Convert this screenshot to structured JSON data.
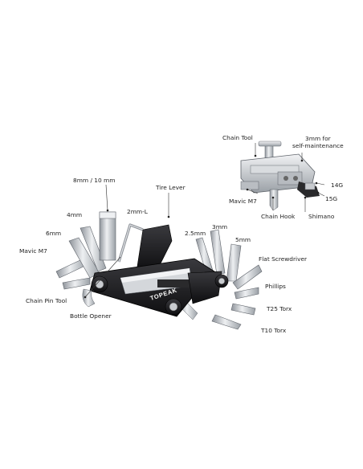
{
  "product": {
    "brand_mark": "TOPEAK"
  },
  "labels": {
    "chain_tool": "Chain Tool",
    "self_maintenance": "3mm for\nself-maintenance",
    "g14": "14G",
    "g15": "15G",
    "mavic_m7_top": "Mavic M7",
    "chain_hook": "Chain Hook",
    "shimano": "Shimano",
    "hex_8_10": "8mm / 10 mm",
    "tire_lever": "Tire Lever",
    "hex_4": "4mm",
    "hex_2l": "2mm-L",
    "hex_3": "3mm",
    "hex_6": "6mm",
    "hex_25": "2.5mm",
    "hex_5": "5mm",
    "mavic_m7_left": "Mavic M7",
    "flat_screwdriver": "Flat Screwdriver",
    "chain_pin_tool": "Chain Pin Tool",
    "phillips": "Phillips",
    "bottle_opener": "Bottle Opener",
    "t25_torx": "T25 Torx",
    "t10_torx": "T10 Torx"
  },
  "colors": {
    "steel": "#c9ccd0",
    "steel_dark": "#8e939a",
    "body_black": "#1b1b1d",
    "leader": "#333333",
    "text": "#222222"
  }
}
